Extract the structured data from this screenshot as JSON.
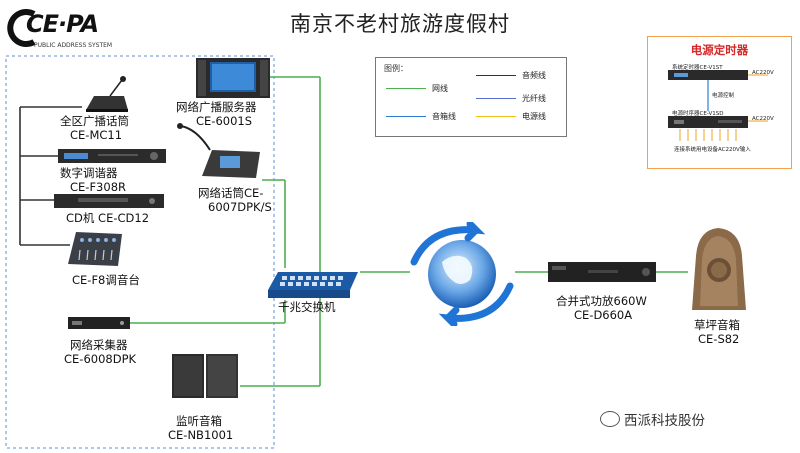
{
  "title": "南京不老村旅游度假村",
  "logo": {
    "main": "CE·PA",
    "sub": "PUBLIC ADDRESS SYSTEM"
  },
  "devices": {
    "mc11": {
      "name": "全区广播话筒",
      "model": "CE-MC11"
    },
    "f308r": {
      "name": "数字调谐器",
      "model": "CE-F308R"
    },
    "cd12": {
      "name": "CD机  CE-CD12"
    },
    "f8": {
      "name": "CE-F8调音台"
    },
    "dpk6008": {
      "name": "网络采集器",
      "model": "CE-6008DPK"
    },
    "nb1001": {
      "name": "监听音箱",
      "model": "CE-NB1001"
    },
    "server": {
      "name": "网络广播服务器",
      "model": "CE-6001S"
    },
    "mic": {
      "name": "网络话筒CE-",
      "model": "6007DPK/S"
    },
    "switch": {
      "name": "千兆交换机"
    },
    "amp": {
      "name": "合并式功放660W",
      "model": "CE-D660A"
    },
    "lawn": {
      "name": "草坪音箱",
      "model": "CE-S82"
    }
  },
  "legend": {
    "title": "图例：",
    "items": [
      {
        "label": "网线",
        "color": "#4caf50"
      },
      {
        "label": "音频线",
        "color": "#333333"
      },
      {
        "label": "音箱线",
        "color": "#2e7dd1"
      },
      {
        "label": "光纤线",
        "color": "#5a6fcf"
      },
      {
        "label": "电源线",
        "color": "#f0c020"
      }
    ]
  },
  "timer": {
    "title": "电源定时器",
    "unit1": "系统定时器CE-V1ST",
    "unit2": "电源时序器CE-V1SD",
    "ctrl": "电源控制",
    "ac1": "AC220V",
    "ac2": "AC220V",
    "out": "连接系统用电设备AC220V输入"
  },
  "watermark": "西派科技股份",
  "colors": {
    "network": "#4caf50",
    "audio": "#333333",
    "border_dash": "#5a8fd6",
    "timer_border": "#f2a24a"
  }
}
